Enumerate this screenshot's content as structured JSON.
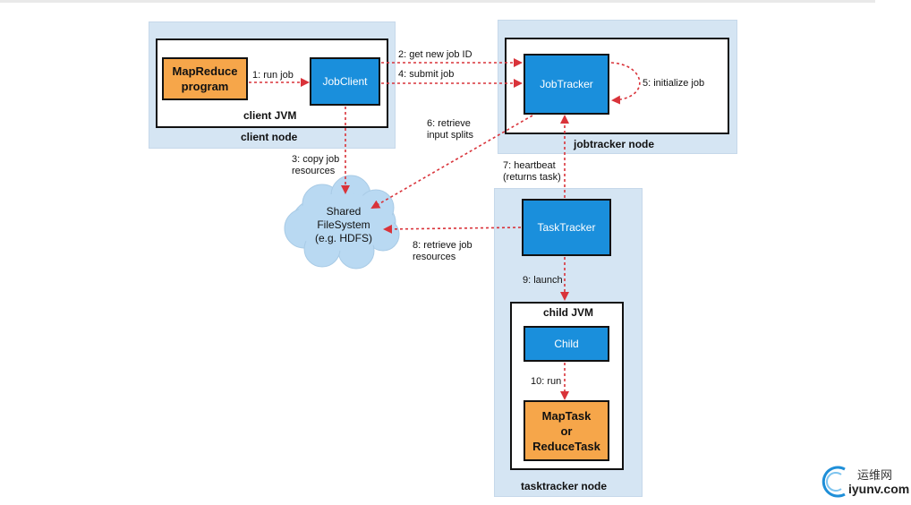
{
  "client_node": {
    "label": "client node",
    "jvm_label": "client JVM",
    "mapreduce_program": "MapReduce\nprogram",
    "jobclient": "JobClient"
  },
  "jobtracker_node": {
    "label": "jobtracker node",
    "jobtracker": "JobTracker"
  },
  "tasktracker_node": {
    "label": "tasktracker node",
    "tasktracker": "TaskTracker",
    "jvm_label": "child JVM",
    "child": "Child",
    "maptask": "MapTask\nor\nReduceTask"
  },
  "filesystem": {
    "label": "Shared\nFileSystem\n(e.g. HDFS)"
  },
  "steps": {
    "s1": "1: run job",
    "s2": "2: get new job ID",
    "s3": "3: copy job\nresources",
    "s4": "4: submit job",
    "s5": "5: initialize job",
    "s6": "6: retrieve\ninput splits",
    "s7": "7: heartbeat\n(returns task)",
    "s8": "8: retrieve job\nresources",
    "s9": "9: launch",
    "s10": "10: run"
  },
  "watermark": {
    "line1": "运维网",
    "line2": "iyunv.com"
  },
  "colors": {
    "node_bg": "#d5e5f3",
    "blue_box": "#1a8fdc",
    "orange_box": "#f6a64a",
    "arrow": "#d9333a",
    "cloud": "#b9d9f2"
  }
}
